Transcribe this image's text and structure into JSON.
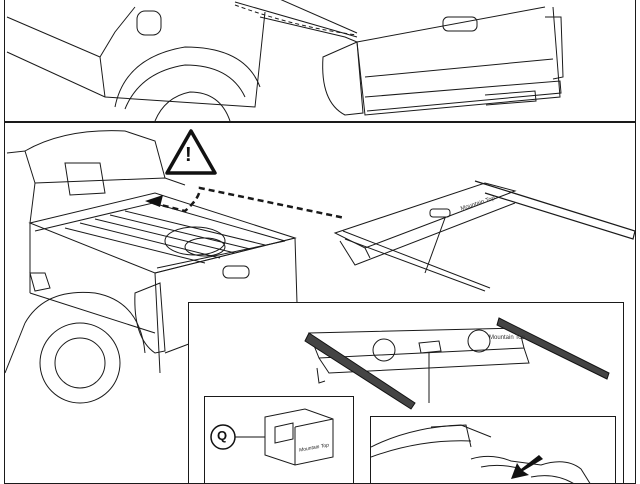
{
  "labels": {
    "warning_symbol": "!",
    "q_marker": "Q",
    "tag_text": "Mountain Top",
    "rail_text_main": "Mountain Top",
    "rail_text_inset": "Mountain Top"
  },
  "colors": {
    "line": "#1a1a1a",
    "rail": "#444444",
    "arrow_fill": "#111111"
  },
  "icons": {
    "warning": "warning-triangle-icon",
    "arrow": "arrow-down-left-icon"
  }
}
